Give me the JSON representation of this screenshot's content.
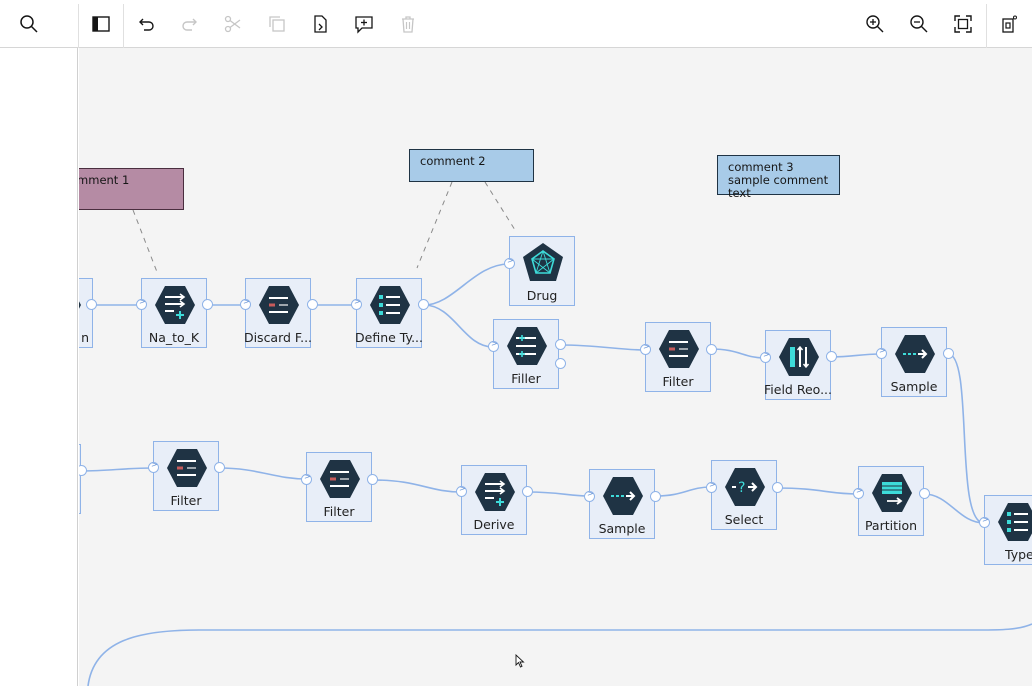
{
  "toolbar": {
    "left": [
      {
        "name": "search-button",
        "icon": "search-icon"
      },
      {
        "name": "toggle-palette-button",
        "icon": "panel-icon"
      },
      {
        "name": "undo-button",
        "icon": "undo-icon"
      },
      {
        "name": "redo-button",
        "icon": "redo-icon",
        "disabled": true
      },
      {
        "name": "cut-button",
        "icon": "cut-icon",
        "disabled": true
      },
      {
        "name": "copy-button",
        "icon": "copy-icon",
        "disabled": true
      },
      {
        "name": "paste-button",
        "icon": "paste-icon"
      },
      {
        "name": "add-comment-button",
        "icon": "add-comment-icon"
      },
      {
        "name": "delete-button",
        "icon": "trash-icon",
        "disabled": true
      }
    ],
    "right": [
      {
        "name": "zoom-in-button",
        "icon": "zoom-in-icon"
      },
      {
        "name": "zoom-out-button",
        "icon": "zoom-out-icon"
      },
      {
        "name": "fit-to-screen-button",
        "icon": "fit-icon"
      },
      {
        "name": "settings-button",
        "icon": "settings-icon"
      }
    ]
  },
  "comments": [
    {
      "id": "c1",
      "text": "omment 1",
      "bg": "#b58ba4"
    },
    {
      "id": "c2",
      "text": "comment 2",
      "bg": "#a8cbe8"
    },
    {
      "id": "c3",
      "text": "comment 3 sample comment text",
      "bg": "#a8cbe8"
    }
  ],
  "nodes": [
    {
      "id": "n0",
      "label": "n",
      "icon": "source-icon"
    },
    {
      "id": "n1",
      "label": "Na_to_K",
      "icon": "derive-icon"
    },
    {
      "id": "n2",
      "label": "Discard F...",
      "icon": "filter-icon"
    },
    {
      "id": "n3",
      "label": "Define Ty...",
      "icon": "type-icon"
    },
    {
      "id": "n4",
      "label": "Drug",
      "icon": "model-icon"
    },
    {
      "id": "n5",
      "label": "Filler",
      "icon": "filler-icon"
    },
    {
      "id": "n6",
      "label": "Filter",
      "icon": "filter-icon"
    },
    {
      "id": "n7",
      "label": "Field Reo...",
      "icon": "field-reorder-icon"
    },
    {
      "id": "n8",
      "label": "Sample",
      "icon": "sample-icon"
    },
    {
      "id": "n9",
      "label": "",
      "icon": "source-icon"
    },
    {
      "id": "n10",
      "label": "Filter",
      "icon": "filter-icon"
    },
    {
      "id": "n11",
      "label": "Filter",
      "icon": "filter-icon"
    },
    {
      "id": "n12",
      "label": "Derive",
      "icon": "derive-icon"
    },
    {
      "id": "n13",
      "label": "Sample",
      "icon": "sample-icon"
    },
    {
      "id": "n14",
      "label": "Select",
      "icon": "select-icon"
    },
    {
      "id": "n15",
      "label": "Partition",
      "icon": "partition-icon"
    },
    {
      "id": "n16",
      "label": "Type",
      "icon": "type-icon"
    }
  ],
  "colors": {
    "accent": "#8fb3e8",
    "node_dark": "#1f3344",
    "teal": "#3ddbd9",
    "canvas": "#f4f4f4"
  }
}
